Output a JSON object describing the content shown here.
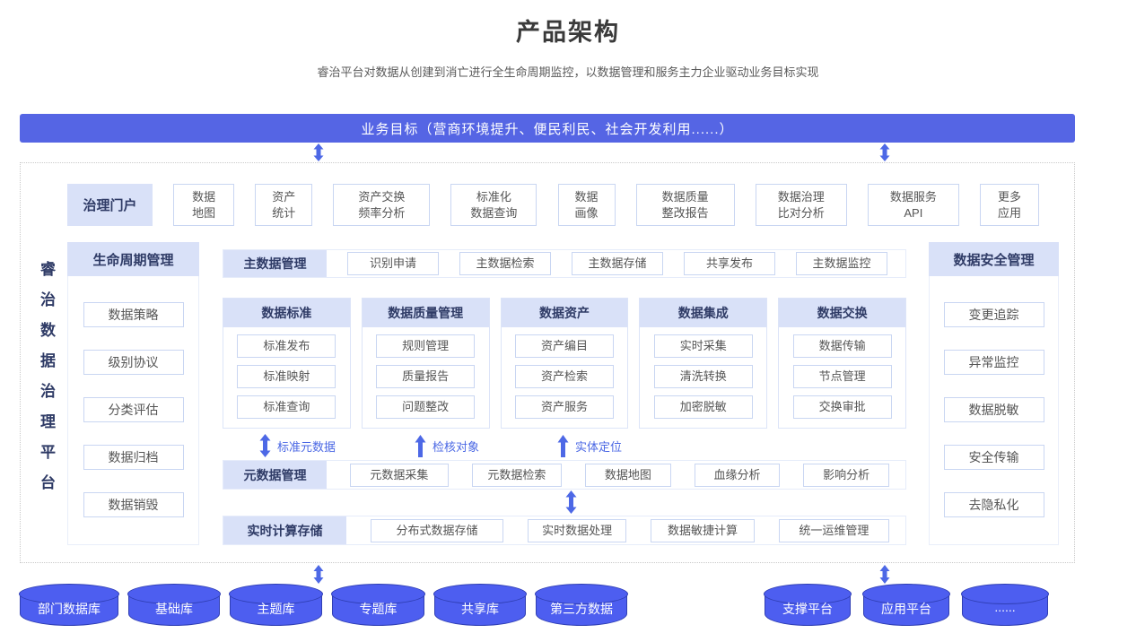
{
  "page": {
    "title": "产品架构",
    "subtitle": "睿治平台对数据从创建到消亡进行全生命周期监控，以数据管理和服务主力企业驱动业务目标实现"
  },
  "banner": {
    "label": "业务目标（营商环境提升、便民利民、社会开发利用......）"
  },
  "platform_label": "睿治数据治理平台",
  "portal": {
    "header": "治理门户",
    "items": [
      "数据\n地图",
      "资产\n统计",
      "资产交换\n频率分析",
      "标准化\n数据查询",
      "数据\n画像",
      "数据质量\n整改报告",
      "数据治理\n比对分析",
      "数据服务\nAPI",
      "更多\n应用"
    ]
  },
  "lifecycle": {
    "header": "生命周期管理",
    "items": [
      "数据策略",
      "级别协议",
      "分类评估",
      "数据归档",
      "数据销毁"
    ]
  },
  "security": {
    "header": "数据安全管理",
    "items": [
      "变更追踪",
      "异常监控",
      "数据脱敏",
      "安全传输",
      "去隐私化"
    ]
  },
  "master_data": {
    "header": "主数据管理",
    "items": [
      "识别申请",
      "主数据检索",
      "主数据存储",
      "共享发布",
      "主数据监控"
    ]
  },
  "columns": [
    {
      "header": "数据标准",
      "items": [
        "标准发布",
        "标准映射",
        "标准查询"
      ]
    },
    {
      "header": "数据质量管理",
      "items": [
        "规则管理",
        "质量报告",
        "问题整改"
      ]
    },
    {
      "header": "数据资产",
      "items": [
        "资产编目",
        "资产检索",
        "资产服务"
      ]
    },
    {
      "header": "数据集成",
      "items": [
        "实时采集",
        "清洗转换",
        "加密脱敏"
      ]
    },
    {
      "header": "数据交换",
      "items": [
        "数据传输",
        "节点管理",
        "交换审批"
      ]
    }
  ],
  "flow_labels": [
    "标准元数据",
    "检核对象",
    "实体定位"
  ],
  "metadata": {
    "header": "元数据管理",
    "items": [
      "元数据采集",
      "元数据检索",
      "数据地图",
      "血缘分析",
      "影响分析"
    ]
  },
  "realtime": {
    "header": "实时计算存储",
    "items": [
      "分布式数据存储",
      "实时数据处理",
      "数据敏捷计算",
      "统一运维管理"
    ]
  },
  "databases": [
    "部门数据库",
    "基础库",
    "主题库",
    "专题库",
    "共享库",
    "第三方数据"
  ],
  "platforms": [
    "支撑平台",
    "应用平台",
    "......"
  ],
  "colors": {
    "accent": "#5565E4",
    "header_bg": "#D9E1F8",
    "header_text": "#2F3B66",
    "box_border": "#C9D6F2",
    "cylinder": "#4D5EF0",
    "cylinder_border": "#2F3EB3",
    "arrow": "#4D68E6"
  }
}
